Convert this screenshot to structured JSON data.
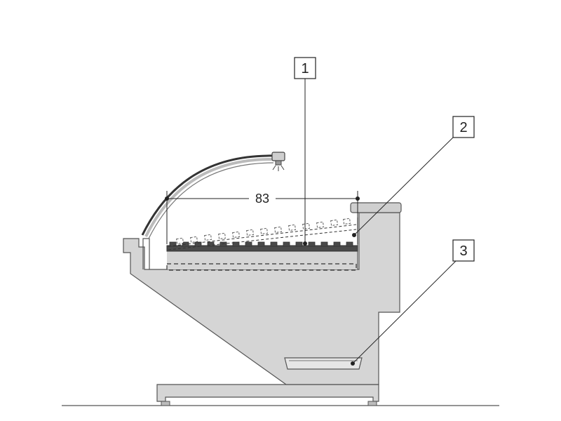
{
  "dimension": {
    "value": "83"
  },
  "callouts": [
    {
      "number": "1",
      "target": "grill-rack"
    },
    {
      "number": "2",
      "target": "tilted-rack-position"
    },
    {
      "number": "3",
      "target": "drip-tray"
    }
  ],
  "colors": {
    "cabinet": "#d5d5d5",
    "outline": "#555555",
    "rack": "#444444",
    "line": "#222222",
    "hood": "#333333"
  }
}
